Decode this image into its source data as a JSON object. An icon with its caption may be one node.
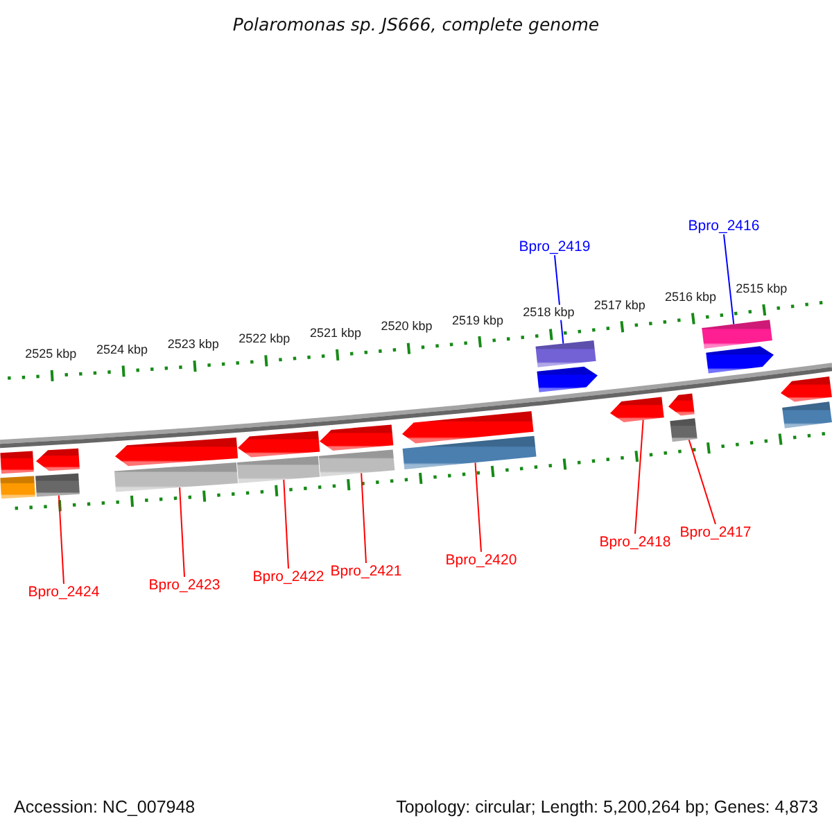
{
  "diagram": {
    "title": "Polaromonas sp. JS666, complete genome",
    "nodes": [
      {
        "text": [
          "Bpro_2419"
        ]
      },
      {
        "text": [
          "Bpro_2416"
        ]
      },
      {
        "text": [],
        "shape": "bar"
      },
      {
        "text": [],
        "shape": "bar"
      },
      {
        "text": [],
        "shape": "pentagon"
      },
      {
        "text": [],
        "shape": "pentagon"
      },
      {
        "text": [],
        "shape": "bar"
      },
      {
        "text": [],
        "shape": "pentagon"
      },
      {
        "text": [],
        "shape": "pentagon"
      },
      {
        "text": [],
        "shape": "pentagon"
      },
      {
        "text": [],
        "shape": "pentagon"
      },
      {
        "text": [],
        "shape": "pentagon"
      },
      {
        "text": [],
        "shape": "pentagon"
      },
      {
        "text": [],
        "shape": "pentagon"
      },
      {
        "text": [],
        "shape": "pentagon"
      },
      {
        "text": [],
        "shape": "bar"
      },
      {
        "text": [],
        "shape": "bar"
      },
      {
        "text": [],
        "shape": "bar"
      },
      {
        "text": [],
        "shape": "bar"
      },
      {
        "text": [],
        "shape": "bar"
      },
      {
        "text": [],
        "shape": "bar"
      },
      {
        "text": [],
        "shape": "bar"
      },
      {
        "text": [],
        "shape": "bar"
      },
      {
        "text": [
          "Bpro_2424"
        ]
      },
      {
        "text": [
          "Bpro_2423"
        ]
      },
      {
        "text": [
          "Bpro_2422"
        ]
      },
      {
        "text": [
          "Bpro_2421"
        ]
      },
      {
        "text": [
          "Bpro_2420"
        ]
      },
      {
        "text": [
          "Bpro_2418"
        ]
      },
      {
        "text": [
          "Bpro_2417"
        ]
      }
    ],
    "edges": [
      {
        "from": 0,
        "to": 2,
        "arrow": "none",
        "color": "#0000ff"
      },
      {
        "from": 1,
        "to": 3,
        "arrow": "none",
        "color": "#0000ff"
      },
      {
        "from": 23,
        "to": 16,
        "arrow": "none"
      },
      {
        "from": 24,
        "to": 17,
        "arrow": "none"
      },
      {
        "from": 25,
        "to": 18,
        "arrow": "none"
      },
      {
        "from": 26,
        "to": 19,
        "arrow": "none"
      },
      {
        "from": 27,
        "to": 20,
        "arrow": "none"
      },
      {
        "from": 28,
        "to": 12,
        "arrow": "none"
      },
      {
        "from": 29,
        "to": 21,
        "arrow": "none"
      }
    ],
    "labels": [
      "2525 kbp",
      "2524 kbp",
      "2523 kbp",
      "2522 kbp",
      "2521 kbp",
      "2520 kbp",
      "2519 kbp",
      "2518 kbp",
      "2517 kbp",
      "2516 kbp",
      "2515 kbp",
      "Accession: NC_007948",
      "Topology: circular; Length: 5,200,264 bp; Genes: 4,873"
    ]
  }
}
